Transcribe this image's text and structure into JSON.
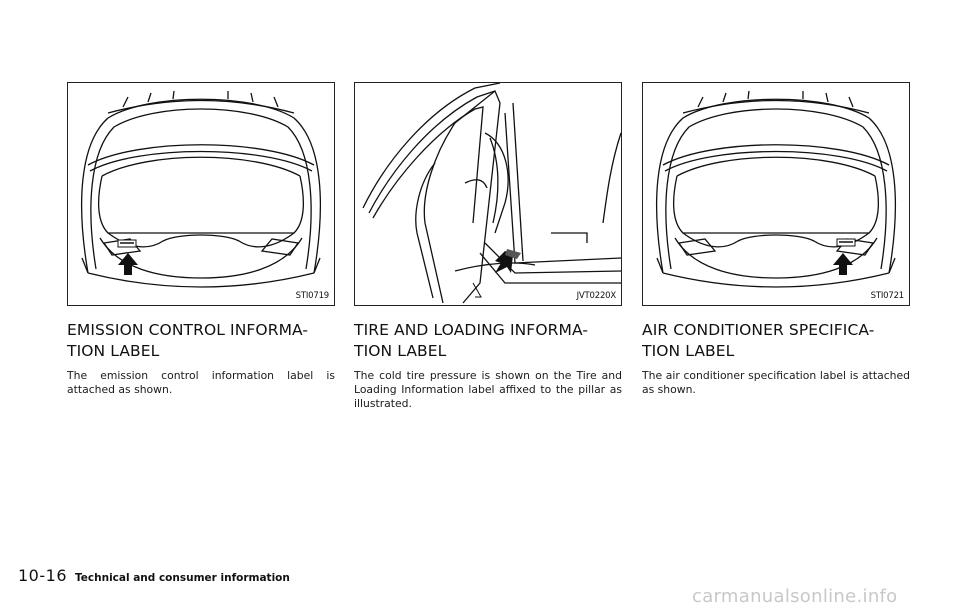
{
  "columns": [
    {
      "figure_code": "STI0719",
      "heading": "EMISSION CONTROL INFORMA-TION LABEL",
      "heading_line1": "EMISSION CONTROL INFORMA-",
      "heading_line2": "TION LABEL",
      "body": "The emission control information label is attached as shown.",
      "icon": "hood-underside-illustration"
    },
    {
      "figure_code": "JVT0220X",
      "heading_line1": "TIRE AND LOADING INFORMA-",
      "heading_line2": "TION LABEL",
      "body": "The cold tire pressure is shown on the Tire and Loading Information label affixed to the pillar as illustrated.",
      "icon": "door-pillar-illustration"
    },
    {
      "figure_code": "STI0721",
      "heading_line1": "AIR CONDITIONER SPECIFICA-",
      "heading_line2": "TION LABEL",
      "body": "The air conditioner specification label is attached as shown.",
      "icon": "hood-underside-illustration"
    }
  ],
  "footer": {
    "page_number": "10-16",
    "section_title": "Technical and consumer information"
  },
  "watermark": "carmanualsonline.info"
}
